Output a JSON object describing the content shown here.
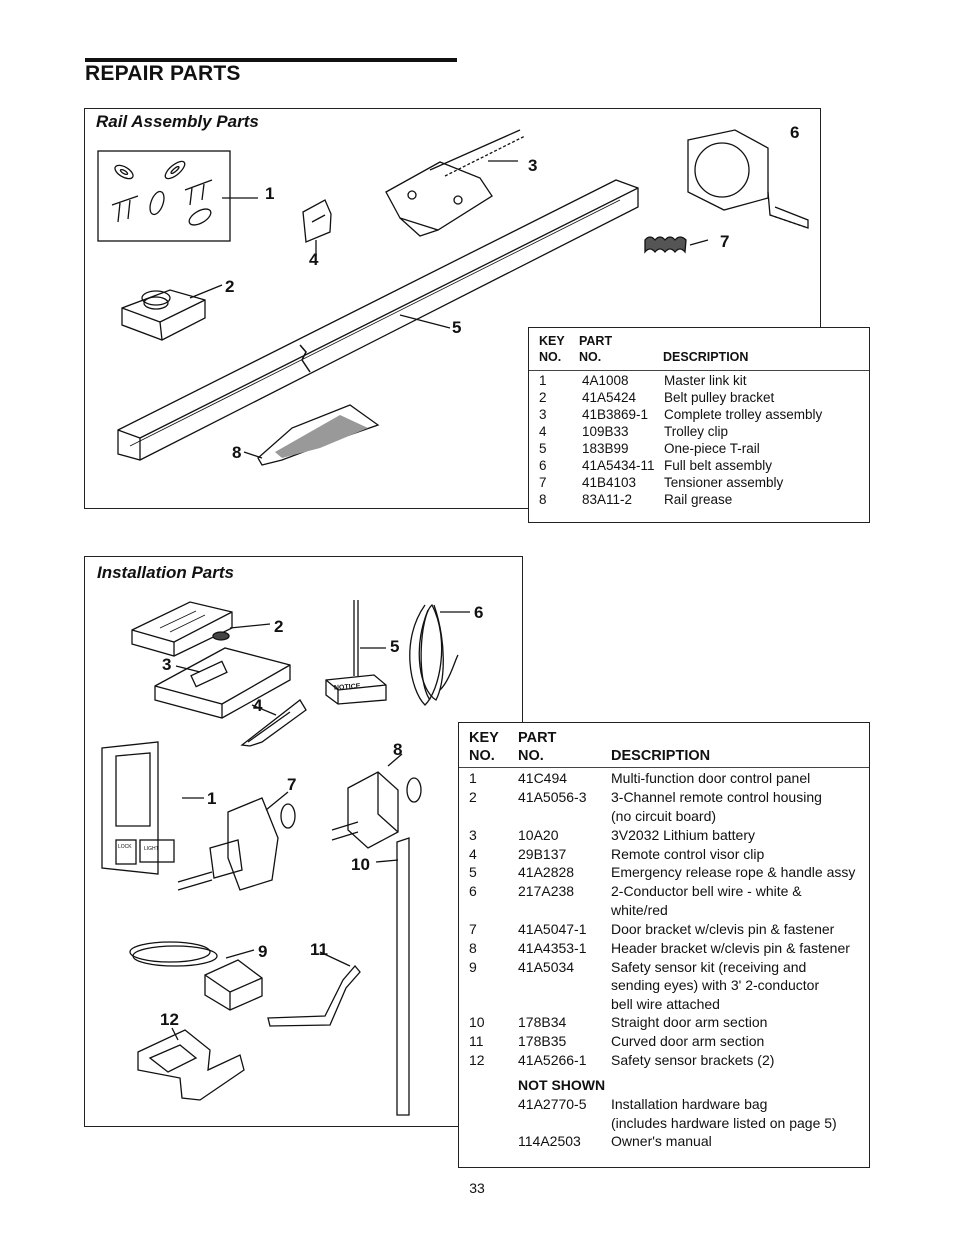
{
  "page": {
    "title": "REPAIR PARTS",
    "page_number": "33"
  },
  "rail": {
    "panel_title": "Rail Assembly Parts",
    "callouts": [
      "1",
      "2",
      "3",
      "4",
      "5",
      "6",
      "7",
      "8"
    ],
    "notice_label": "",
    "table": {
      "header_key_1": "KEY",
      "header_key_2": "NO.",
      "header_part_1": "PART",
      "header_part_2": "NO.",
      "header_desc": "DESCRIPTION",
      "rows": [
        {
          "key": "1",
          "part": "4A1008",
          "desc": "Master link kit"
        },
        {
          "key": "2",
          "part": "41A5424",
          "desc": "Belt pulley bracket"
        },
        {
          "key": "3",
          "part": "41B3869-1",
          "desc": "Complete trolley assembly"
        },
        {
          "key": "4",
          "part": "109B33",
          "desc": "Trolley clip"
        },
        {
          "key": "5",
          "part": "183B99",
          "desc": "One-piece T-rail"
        },
        {
          "key": "6",
          "part": "41A5434-11",
          "desc": "Full belt assembly"
        },
        {
          "key": "7",
          "part": "41B4103",
          "desc": "Tensioner assembly"
        },
        {
          "key": "8",
          "part": "83A11-2",
          "desc": "Rail grease"
        }
      ]
    }
  },
  "install": {
    "panel_title": "Installation Parts",
    "callouts": [
      "1",
      "2",
      "3",
      "4",
      "5",
      "6",
      "7",
      "8",
      "9",
      "10",
      "11",
      "12"
    ],
    "notice_label": "NOTICE",
    "lock_label": "LOCK",
    "light_label": "LIGHT",
    "table": {
      "header_key_1": "KEY",
      "header_key_2": "NO.",
      "header_part_1": "PART",
      "header_part_2": "NO.",
      "header_desc": "DESCRIPTION",
      "rows": [
        {
          "key": "1",
          "part": "41C494",
          "desc": "Multi-function door control panel"
        },
        {
          "key": "2",
          "part": "41A5056-3",
          "desc": "3-Channel remote control housing"
        },
        {
          "key": "",
          "part": "",
          "desc": "(no circuit board)"
        },
        {
          "key": "3",
          "part": "10A20",
          "desc": "3V2032 Lithium battery"
        },
        {
          "key": "4",
          "part": "29B137",
          "desc": "Remote control visor clip"
        },
        {
          "key": "5",
          "part": "41A2828",
          "desc": "Emergency release rope & handle assy"
        },
        {
          "key": "6",
          "part": "217A238",
          "desc": "2-Conductor bell wire - white &"
        },
        {
          "key": "",
          "part": "",
          "desc": "white/red"
        },
        {
          "key": "7",
          "part": "41A5047-1",
          "desc": "Door bracket w/clevis pin & fastener"
        },
        {
          "key": "8",
          "part": "41A4353-1",
          "desc": "Header bracket w/clevis pin & fastener"
        },
        {
          "key": "9",
          "part": "41A5034",
          "desc": "Safety sensor kit (receiving and"
        },
        {
          "key": "",
          "part": "",
          "desc": "sending eyes) with 3' 2-conductor"
        },
        {
          "key": "",
          "part": "",
          "desc": "bell wire attached"
        },
        {
          "key": "10",
          "part": "178B34",
          "desc": "Straight door arm section"
        },
        {
          "key": "11",
          "part": "178B35",
          "desc": "Curved door arm section"
        },
        {
          "key": "12",
          "part": "41A5266-1",
          "desc": "Safety sensor brackets (2)"
        }
      ],
      "not_shown_label": "NOT SHOWN",
      "not_shown": [
        {
          "part": "41A2770-5",
          "desc": "Installation hardware bag"
        },
        {
          "part": "",
          "desc": "(includes hardware listed on page 5)"
        },
        {
          "part": "114A2503",
          "desc": "Owner's manual"
        }
      ]
    }
  }
}
